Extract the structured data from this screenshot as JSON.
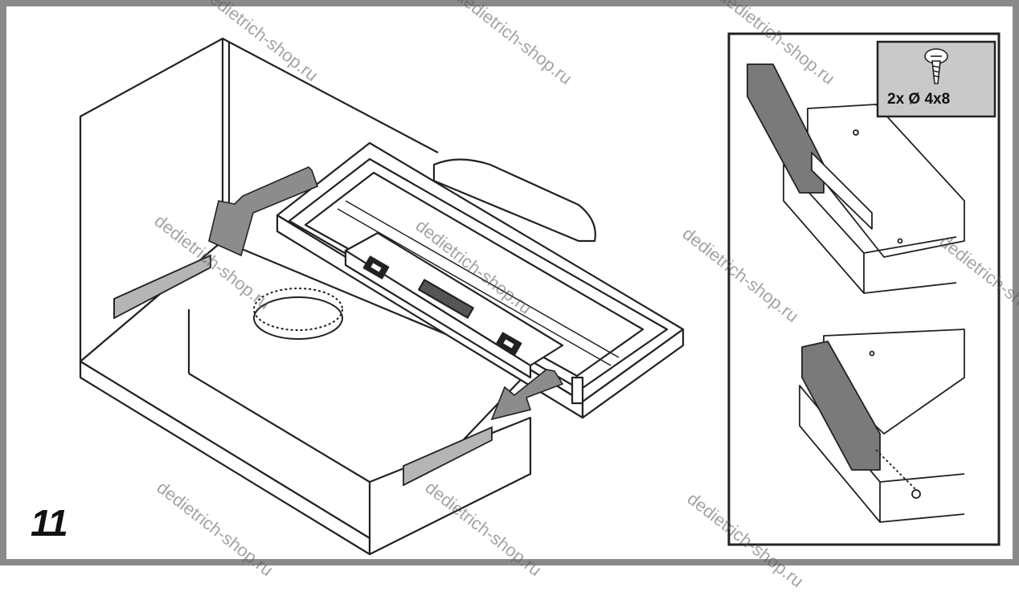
{
  "step": {
    "number": "11"
  },
  "hardware": {
    "screw_spec": "2x Ø 4x8",
    "icon": "screw-icon"
  },
  "watermarks": [
    "dedietrich-shop.ru",
    "dedietrich-shop.ru",
    "dedietrich-shop.ru",
    "dedietrich-shop.ru",
    "dedietrich-shop.ru",
    "dedietrich-shop.ru",
    "dedietrich-shop.ru",
    "dedietrich-shop.ru",
    "dedietrich-shop.ru",
    "dedietrich-shop.ru"
  ],
  "colors": {
    "frame": "#8a8a8a",
    "line": "#222222",
    "arrow_fill": "#8c8c8c",
    "bracket_fill": "#b5b5b5",
    "rail_fill": "#7a7a7a",
    "label_box": "#c9c9c9"
  }
}
